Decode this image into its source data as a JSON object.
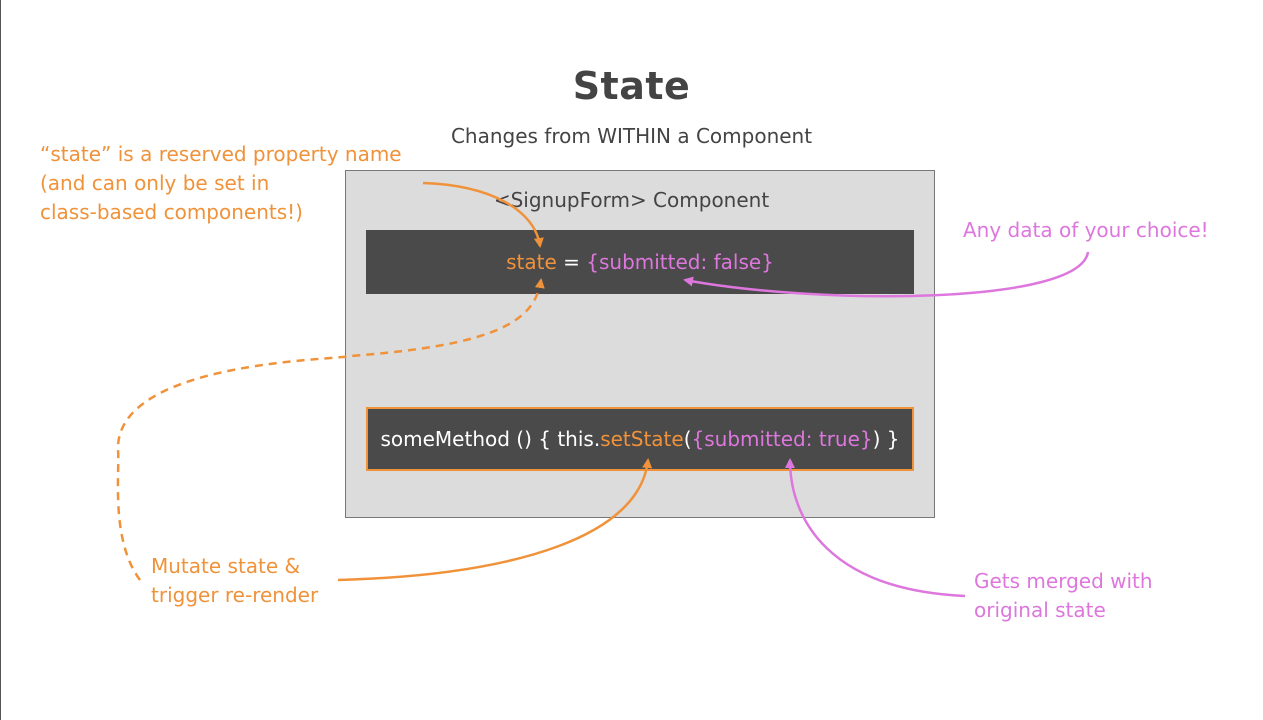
{
  "slide": {
    "title": "State",
    "subtitle": "Changes from WITHIN a Component"
  },
  "component": {
    "label": "<SignupForm> Component",
    "state_line": {
      "keyword": "state",
      "equals": " = ",
      "value": "{submitted: false}"
    },
    "method_line": {
      "prefix": "someMethod () { this.",
      "call": "setState",
      "open_paren": "(",
      "argument": "{submitted: true}",
      "suffix": ") }"
    }
  },
  "annotations": {
    "state_reserved": [
      "“state” is a reserved property name",
      "(and can only be set in",
      "class-based components!)"
    ],
    "any_data": "Any data of your choice!",
    "mutate": [
      "Mutate state &",
      "trigger re-render"
    ],
    "merged": [
      "Gets merged with",
      "original state"
    ]
  },
  "colors": {
    "orange": "#f0923a",
    "pink": "#dd77dd",
    "dark_bar": "#4a4a4a",
    "component_bg": "#dcdcdc",
    "text": "#444444"
  }
}
